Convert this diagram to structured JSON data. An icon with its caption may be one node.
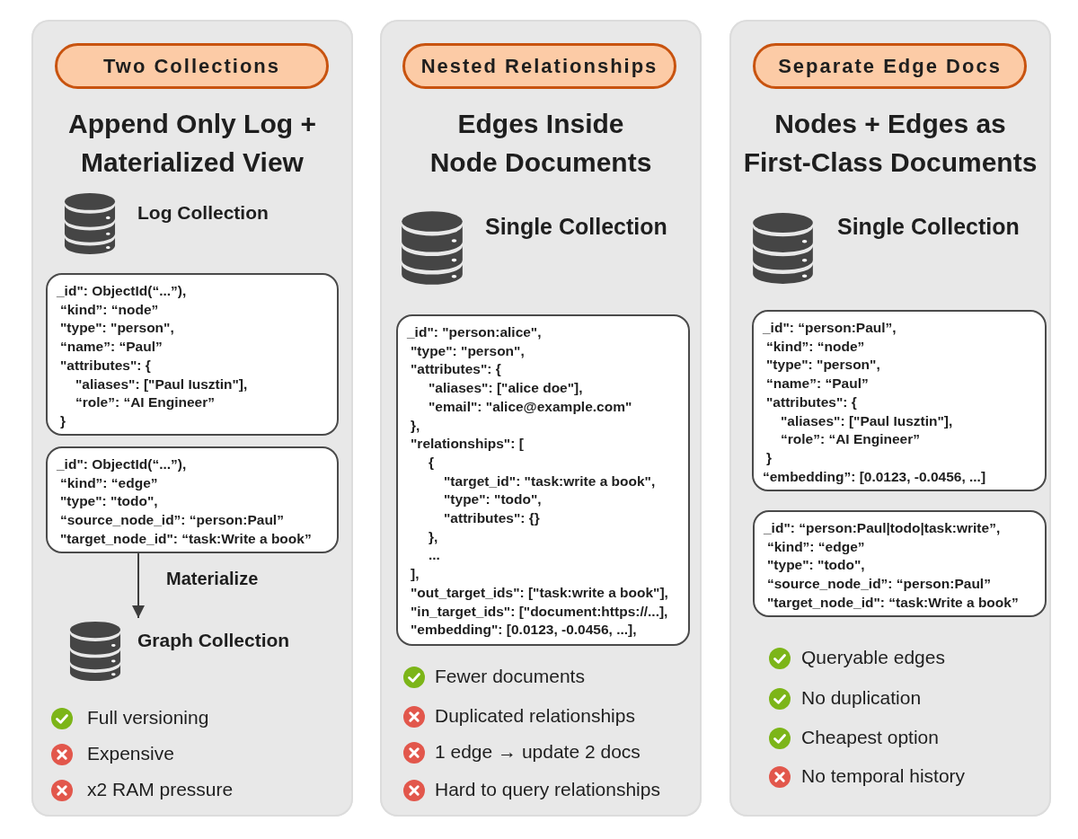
{
  "diagram": {
    "nodes": [
      {
        "text": [
          "Append Only Log + Materialized View"
        ]
      },
      {
        "text": [
          "Two Collections"
        ],
        "in": 0
      },
      {
        "text": [],
        "shape": "cylinder",
        "beside": [
          "Log Collection"
        ],
        "in": 0
      },
      {
        "text": [
          "_id\": ObjectId(“...”),",
          "“kind”: “node”",
          "\"type\": \"person\",",
          "“name”: “Paul”",
          "\"attributes\": {",
          "\"aliases\": [\"Paul Iusztin\"],",
          "“role”: “AI Engineer”",
          "}"
        ],
        "in": 0
      },
      {
        "text": [
          "_id\": ObjectId(“...”),",
          "“kind”: “edge”",
          "\"type\": \"todo\",",
          "“source_node_id”: “person:Paul”",
          "\"target_node_id\": “task:Write a book”"
        ],
        "in": 0
      },
      {
        "text": [],
        "shape": "cylinder",
        "beside": [
          "Graph Collection"
        ],
        "in": 0
      },
      {
        "text": [
          "Edges Inside Node Documents"
        ]
      },
      {
        "text": [
          "Nested Relationships"
        ],
        "in": 6
      },
      {
        "text": [],
        "shape": "cylinder",
        "beside": [
          "Single Collection"
        ],
        "in": 6
      },
      {
        "text": [
          "_id\": \"person:alice\",",
          "\"type\": \"person\",",
          "\"attributes\": {",
          "\"aliases\": [\"alice doe\"],",
          "\"email\": \"alice@example.com\"",
          "},",
          "\"relationships\": [",
          "{",
          "\"target_id\": \"task:write a book\",",
          "\"type\": \"todo\",",
          "\"attributes\": {}",
          "},",
          "...",
          "],",
          "\"out_target_ids\": [\"task:write a book\"],",
          "\"in_target_ids\": [\"document:https://...],",
          "\"embedding\": [0.0123, -0.0456, ...],"
        ],
        "in": 6
      },
      {
        "text": [
          "Nodes + Edges as First-Class Documents"
        ]
      },
      {
        "text": [
          "Separate Edge Docs"
        ],
        "in": 10
      },
      {
        "text": [],
        "shape": "cylinder",
        "beside": [
          "Single Collection"
        ],
        "in": 10
      },
      {
        "text": [
          "_id\": “person:Paul”,",
          "“kind”: “node”",
          "\"type\": \"person\",",
          "“name”: “Paul”",
          "\"attributes\": {",
          "\"aliases\": [\"Paul Iusztin\"],",
          "“role”: “AI Engineer”",
          "}",
          "“embedding”: [0.0123, -0.0456, ...]"
        ],
        "in": 10
      },
      {
        "text": [
          "_id\": “person:Paul|todo|task:write”,",
          "“kind”: “edge”",
          "\"type\": \"todo\",",
          "“source_node_id”: “person:Paul”",
          "\"target_node_id\": “task:Write a book”"
        ],
        "in": 10
      }
    ],
    "edges": [
      {
        "from": 4,
        "to": 5,
        "arrow": "to",
        "label": "Materialize"
      }
    ],
    "labels": [
      "Full versioning",
      "Expensive",
      "x2 RAM pressure",
      "Fewer documents",
      "Duplicated relationships",
      "1 edge → update 2 docs",
      "Hard to query relationships",
      "Queryable edges",
      "No duplication",
      "Cheapest option",
      "No temporal history"
    ]
  }
}
